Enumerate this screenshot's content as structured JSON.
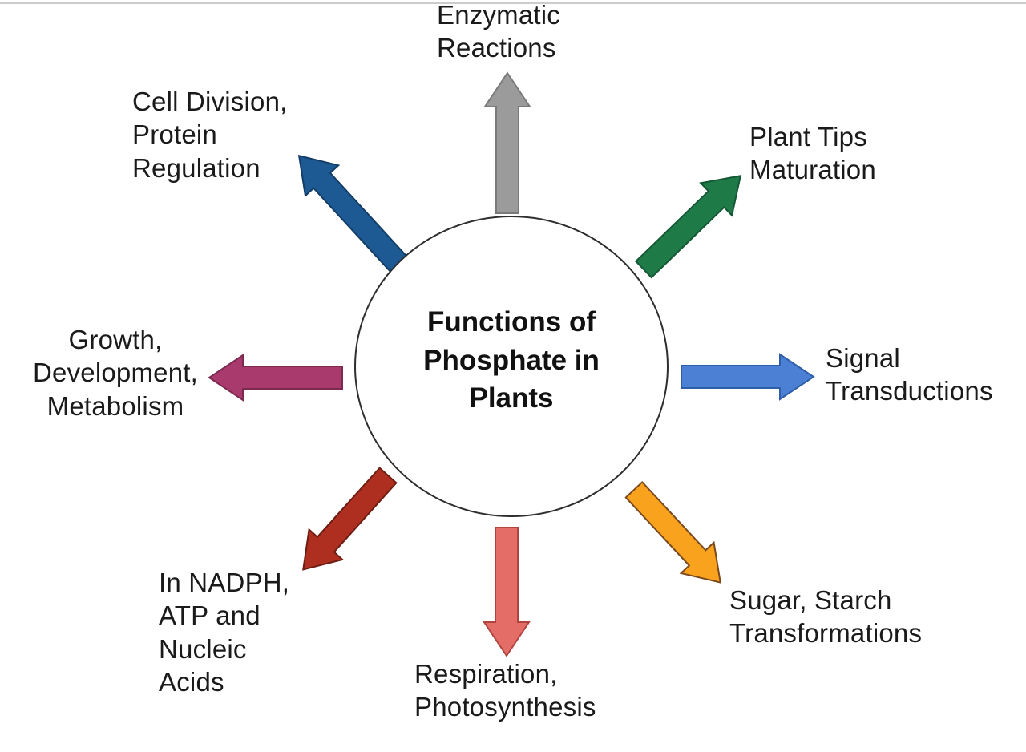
{
  "page": {
    "background": "#ffffff",
    "top_border_color": "#cccccc"
  },
  "diagram": {
    "center_title": "Functions of\nPhosphate in\nPlants",
    "circle_fill": "#ffffff",
    "circle_border_color": "#2e2e2e",
    "spokes": [
      {
        "name": "enzymatic-reactions",
        "label": "Enzymatic\nReactions",
        "direction": "up",
        "fill": "#9b9b9b",
        "stroke": "#7a7a7a"
      },
      {
        "name": "plant-tips-maturation",
        "label": "Plant Tips\nMaturation",
        "direction": "up-right",
        "fill": "#1e7b47",
        "stroke": "#145835"
      },
      {
        "name": "signal-transductions",
        "label": "Signal\nTransductions",
        "direction": "right",
        "fill": "#4b80d4",
        "stroke": "#2f5ea8"
      },
      {
        "name": "sugar-starch-transformations",
        "label": "Sugar, Starch\nTransformations",
        "direction": "down-right",
        "fill": "#f9a21e",
        "stroke": "#7a4a1e"
      },
      {
        "name": "respiration-photosynthesis",
        "label": "Respiration,\nPhotosynthesis",
        "direction": "down",
        "fill": "#e56d68",
        "stroke": "#b04540"
      },
      {
        "name": "in-nadph-atp-nucleic-acids",
        "label": "In NADPH,\nATP and\nNucleic\nAcids",
        "direction": "down-left",
        "fill": "#ae2f20",
        "stroke": "#6e1d12"
      },
      {
        "name": "growth-development-metabolism",
        "label": "Growth,\nDevelopment,\nMetabolism",
        "direction": "left",
        "fill": "#a93a6e",
        "stroke": "#7d2a50"
      },
      {
        "name": "cell-division-protein-regulation",
        "label": "Cell Division,\nProtein\nRegulation",
        "direction": "up-left",
        "fill": "#1d5a94",
        "stroke": "#133d66"
      }
    ]
  }
}
